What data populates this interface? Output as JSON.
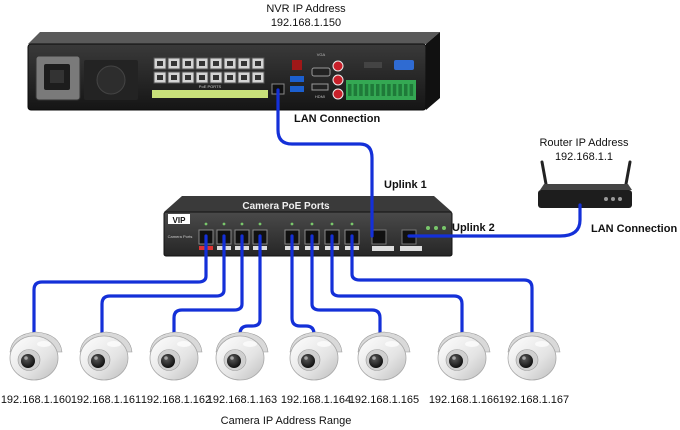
{
  "nvr": {
    "title": "NVR IP Address",
    "ip": "192.168.1.150",
    "poe_label": "PoE PORTS",
    "vga_label": "VGA",
    "hdmi_label": "HDMI"
  },
  "links": {
    "nvr_lan": "LAN Connection",
    "uplink1": "Uplink 1",
    "uplink2": "Uplink 2",
    "router_lan": "LAN Connection"
  },
  "switch": {
    "title": "Camera PoE Ports",
    "brand": "VIP",
    "sublabel": "Camera Ports"
  },
  "router": {
    "title": "Router IP Address",
    "ip": "192.168.1.1"
  },
  "cameras": [
    {
      "ip": "192.168.1.160"
    },
    {
      "ip": "192.168.1.161"
    },
    {
      "ip": "192.168.1.162"
    },
    {
      "ip": "192.168.1.163"
    },
    {
      "ip": "192.168.1.164"
    },
    {
      "ip": "192.168.1.165"
    },
    {
      "ip": "192.168.1.166"
    },
    {
      "ip": "192.168.1.167"
    }
  ],
  "footer": "Camera IP Address Range",
  "colors": {
    "cable": "#1430d8",
    "device": "#1c1c1c",
    "poe_strip": "#c8e07a"
  }
}
